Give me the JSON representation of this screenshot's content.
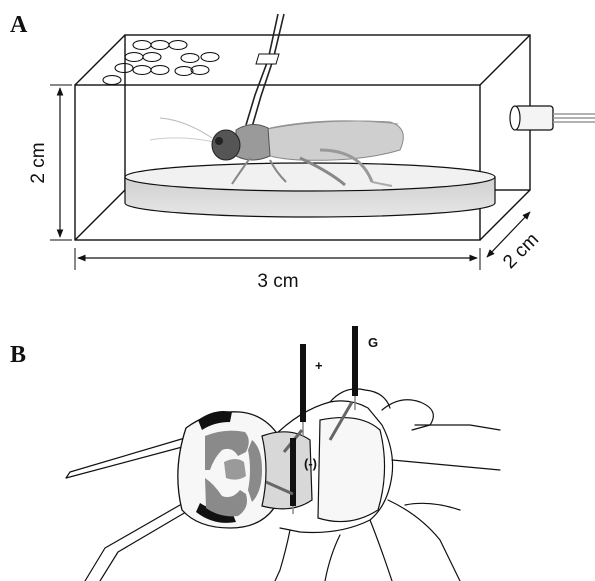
{
  "panels": {
    "a": {
      "letter": "A",
      "height_label": "2 cm",
      "width_label": "3 cm",
      "depth_label": "2 cm"
    },
    "b": {
      "letter": "B",
      "electrode_labels": {
        "positive": "+",
        "ground": "G",
        "negative": "(-)"
      }
    }
  },
  "colors": {
    "ink": "#111111",
    "platform_fill": "#dcdcdc",
    "platform_top": "#f2f2f2",
    "brain_gray": "#8a8a8a",
    "electrode": "#111111"
  },
  "icons": [
    "air-inlet-tube-icon",
    "cricket-body-icon",
    "recording-electrode-icon"
  ]
}
